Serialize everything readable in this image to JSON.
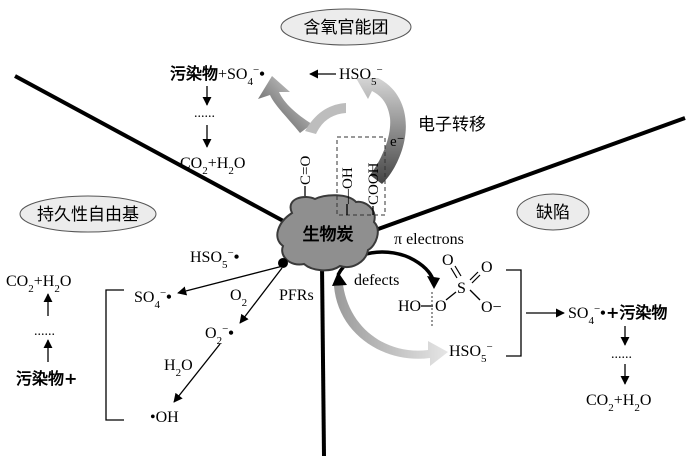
{
  "labels": {
    "oxygen_groups": "含氧官能团",
    "pfr": "持久性自由基",
    "defects_zh": "缺陷",
    "biochar": "生物炭",
    "electron_transfer": "电子转移",
    "e_minus": "e⁻",
    "pi_electrons": "π electrons",
    "defects_en": "defects",
    "pfrs": "PFRs",
    "co": "C=O",
    "oh": "—OH",
    "cooh": "COOH"
  },
  "top": {
    "pollutant": "污染物",
    "plus_so4": "+SO",
    "hso5": "HSO",
    "co2": "CO",
    "h2o": "+H",
    "h2o_end": "O"
  },
  "left": {
    "hso5": "HSO",
    "so4": "SO",
    "o2": "O",
    "o2_radical": "O",
    "h2o": "H",
    "h2o_end": "O",
    "oh_radical": "•OH",
    "co2": "CO",
    "h2o_sum": "+H",
    "h2o_sum_end": "O",
    "pollutant_plus": "污染物+"
  },
  "right": {
    "ho": "HO",
    "o_left": "O",
    "s": "S",
    "o_top1": "O",
    "o_top2": "O",
    "o_minus": "O−",
    "hso5": "HSO",
    "so4": "SO",
    "plus_pollutant": "+污染物",
    "co2": "CO",
    "h2o": "+H",
    "h2o_end": "O"
  },
  "dots": "......"
}
